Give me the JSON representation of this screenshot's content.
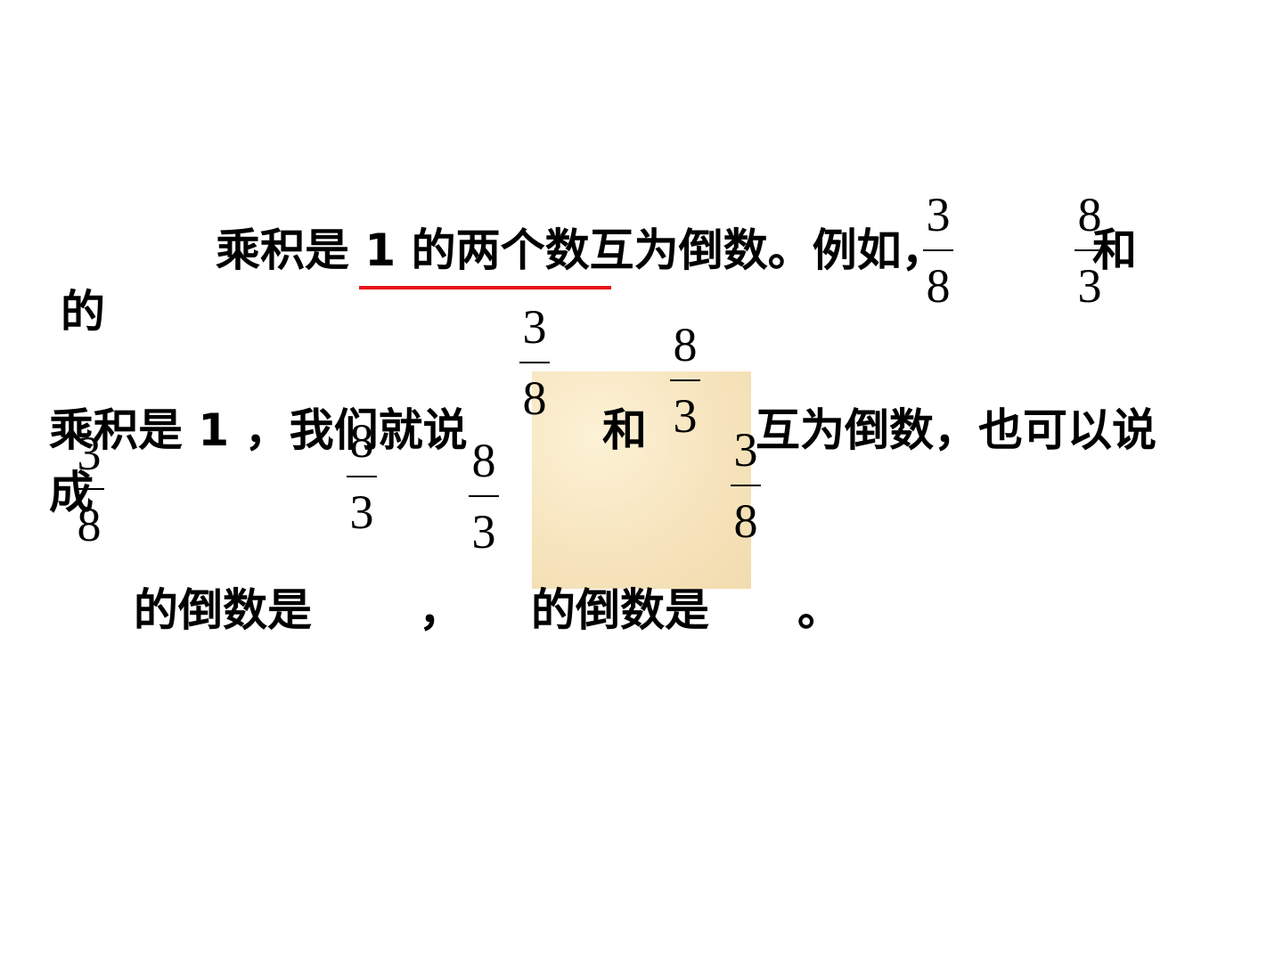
{
  "colors": {
    "text": "#000000",
    "underline": "#e8141a",
    "parchment": "#f6e4bd"
  },
  "line1": {
    "text": "乘积是 1 的两个数互为倒数。例如，",
    "he": "和"
  },
  "line1_de": "的",
  "line2": {
    "part1": "乘积是 1 ，我们就说",
    "he": "和",
    "part2": "互为倒数，也可以说"
  },
  "line2_cheng": "成",
  "line3": {
    "part1": "的倒数是",
    "comma": "，",
    "part2": "的倒数是",
    "period": "。"
  },
  "fractions": {
    "ex_a": {
      "num": "3",
      "den": "8"
    },
    "ex_b": {
      "num": "8",
      "den": "3"
    },
    "say_a": {
      "num": "3",
      "den": "8"
    },
    "say_b": {
      "num": "8",
      "den": "3"
    },
    "ans_left": {
      "num": "3",
      "den": "8"
    },
    "ans_1": {
      "num": "8",
      "den": "3"
    },
    "ans_2": {
      "num": "8",
      "den": "3"
    },
    "ans_3": {
      "num": "3",
      "den": "8"
    }
  }
}
